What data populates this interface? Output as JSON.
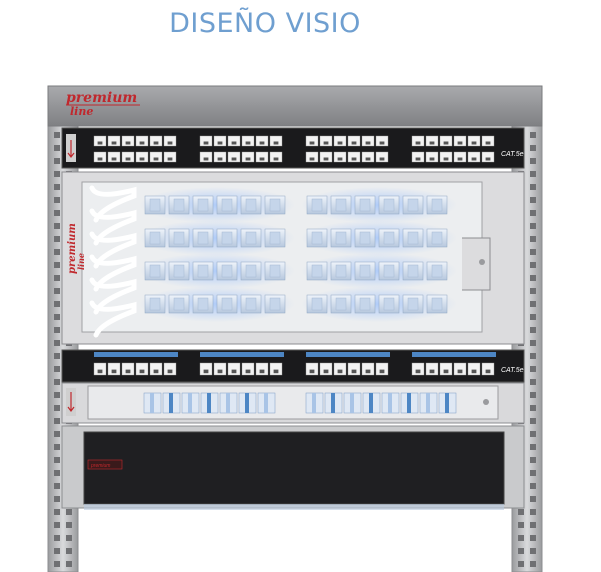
{
  "title": "DISEÑO VISIO",
  "brand": {
    "top_line1": "premium",
    "top_line2": "line",
    "side_line1": "premium",
    "side_line2": "line",
    "small_logo": "premium"
  },
  "patch_panel_label": "CAT.5e",
  "patch_panel_label_2": "CAT.5e",
  "colors": {
    "rack": "#c8c9cb",
    "rack_dark": "#8c8d90",
    "panel_black": "#1a1a1c",
    "fiber_blue": "#4d86c4",
    "brand_red": "#c0282d",
    "title_blue": "#6f9fd0"
  }
}
